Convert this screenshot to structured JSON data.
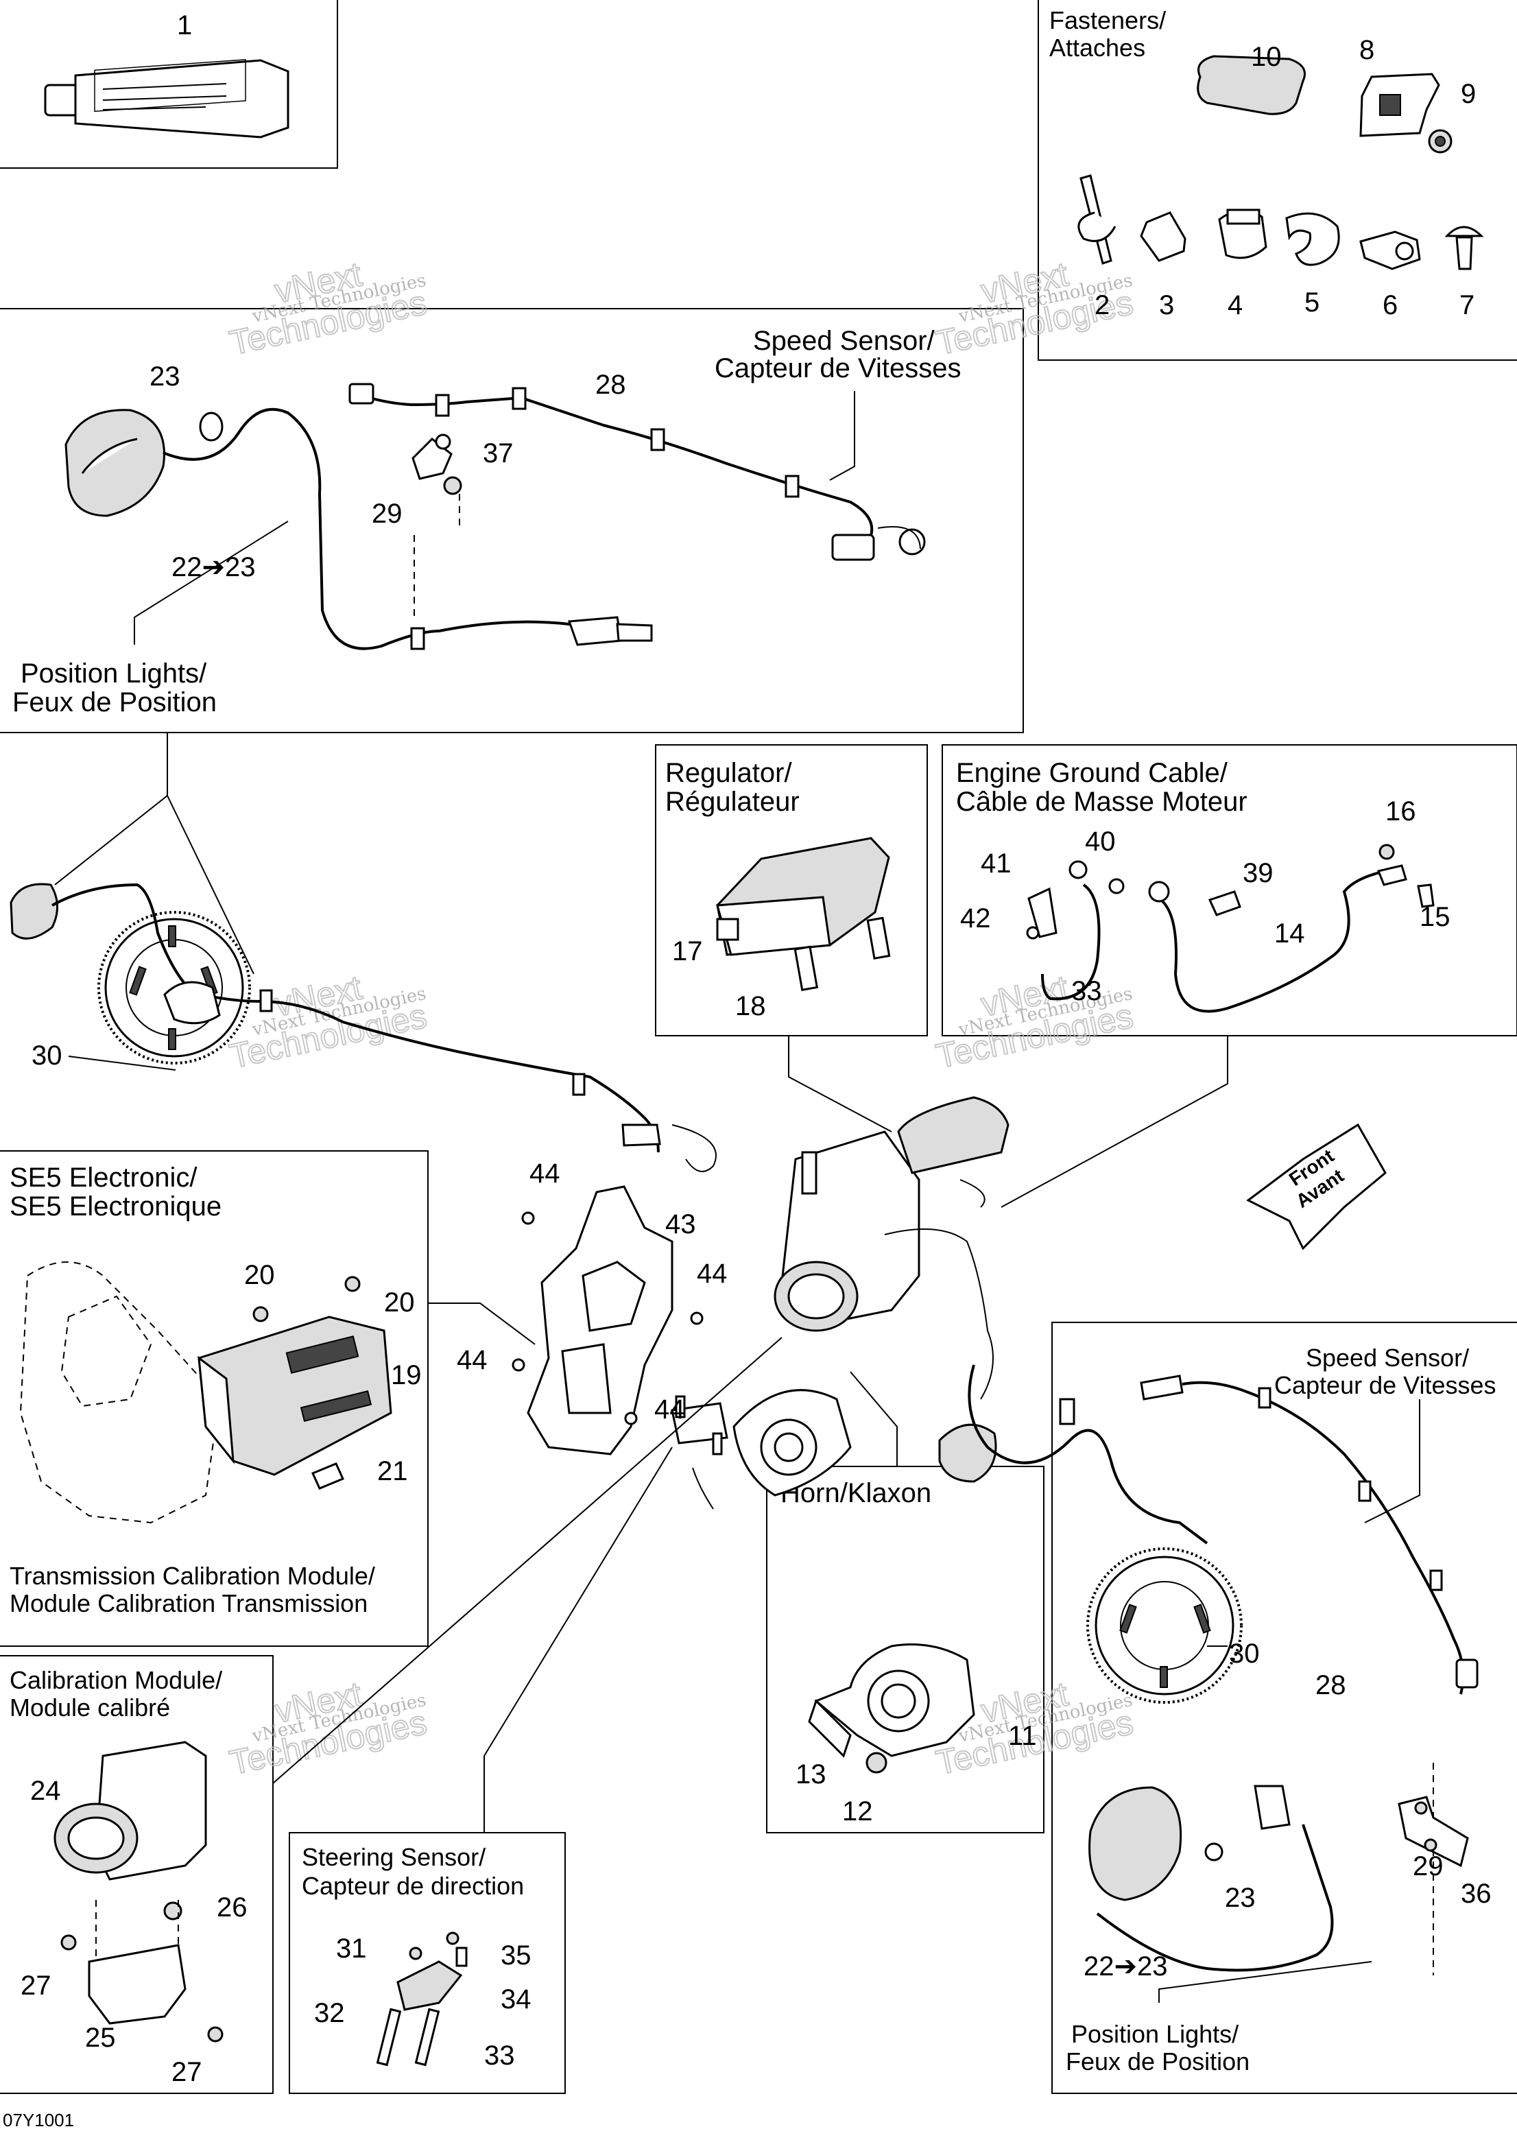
{
  "sections": {
    "fasteners": "Fasteners/\nAttaches",
    "speed_sensor_top": "Speed Sensor/\nCapteur de Vitesses",
    "position_lights_top": "Position Lights/\nFeux de Position",
    "regulator": "Regulator/\nRégulateur",
    "engine_ground": "Engine Ground Cable/\nCâble de Masse Moteur",
    "se5": "SE5 Electronic/\nSE5 Electronique",
    "tcm": "Transmission Calibration Module/\nModule Calibration Transmission",
    "calibration": "Calibration Module/\nModule calibré",
    "steering": "Steering Sensor/\nCapteur de direction",
    "horn": "Horn/Klaxon",
    "speed_sensor_right": "Speed Sensor/\nCapteur de Vitesses",
    "position_lights_right": "Position Lights/\nFeux de Position",
    "front": "Front\nAvant"
  },
  "watermark": {
    "line1": "vNext Technologies",
    "line2": "vNext",
    "line3": "Technologies"
  },
  "doc_code": "07Y1001",
  "callouts": [
    {
      "id": "c1",
      "text": "1"
    },
    {
      "id": "c2",
      "text": "2"
    },
    {
      "id": "c3",
      "text": "3"
    },
    {
      "id": "c4",
      "text": "4"
    },
    {
      "id": "c5",
      "text": "5"
    },
    {
      "id": "c6",
      "text": "6"
    },
    {
      "id": "c7",
      "text": "7"
    },
    {
      "id": "c8",
      "text": "8"
    },
    {
      "id": "c9",
      "text": "9"
    },
    {
      "id": "c10",
      "text": "10"
    },
    {
      "id": "c11",
      "text": "11"
    },
    {
      "id": "c12",
      "text": "12"
    },
    {
      "id": "c13",
      "text": "13"
    },
    {
      "id": "c14",
      "text": "14"
    },
    {
      "id": "c15",
      "text": "15"
    },
    {
      "id": "c16",
      "text": "16"
    },
    {
      "id": "c17",
      "text": "17"
    },
    {
      "id": "c18",
      "text": "18"
    },
    {
      "id": "c19",
      "text": "19"
    },
    {
      "id": "c20a",
      "text": "20"
    },
    {
      "id": "c20b",
      "text": "20"
    },
    {
      "id": "c21",
      "text": "21"
    },
    {
      "id": "c22a",
      "text": "22➔23"
    },
    {
      "id": "c22b",
      "text": "22➔23"
    },
    {
      "id": "c23a",
      "text": "23"
    },
    {
      "id": "c23b",
      "text": "23"
    },
    {
      "id": "c24",
      "text": "24"
    },
    {
      "id": "c25",
      "text": "25"
    },
    {
      "id": "c26",
      "text": "26"
    },
    {
      "id": "c27a",
      "text": "27"
    },
    {
      "id": "c27b",
      "text": "27"
    },
    {
      "id": "c28a",
      "text": "28"
    },
    {
      "id": "c28b",
      "text": "28"
    },
    {
      "id": "c29a",
      "text": "29"
    },
    {
      "id": "c29b",
      "text": "29"
    },
    {
      "id": "c30a",
      "text": "30"
    },
    {
      "id": "c30b",
      "text": "30"
    },
    {
      "id": "c31",
      "text": "31"
    },
    {
      "id": "c32",
      "text": "32"
    },
    {
      "id": "c33a",
      "text": "33"
    },
    {
      "id": "c33b",
      "text": "33"
    },
    {
      "id": "c34",
      "text": "34"
    },
    {
      "id": "c35",
      "text": "35"
    },
    {
      "id": "c36",
      "text": "36"
    },
    {
      "id": "c37",
      "text": "37"
    },
    {
      "id": "c39",
      "text": "39"
    },
    {
      "id": "c40",
      "text": "40"
    },
    {
      "id": "c41",
      "text": "41"
    },
    {
      "id": "c42",
      "text": "42"
    },
    {
      "id": "c43",
      "text": "43"
    },
    {
      "id": "c44a",
      "text": "44"
    },
    {
      "id": "c44b",
      "text": "44"
    },
    {
      "id": "c44c",
      "text": "44"
    },
    {
      "id": "c44d",
      "text": "44"
    }
  ]
}
